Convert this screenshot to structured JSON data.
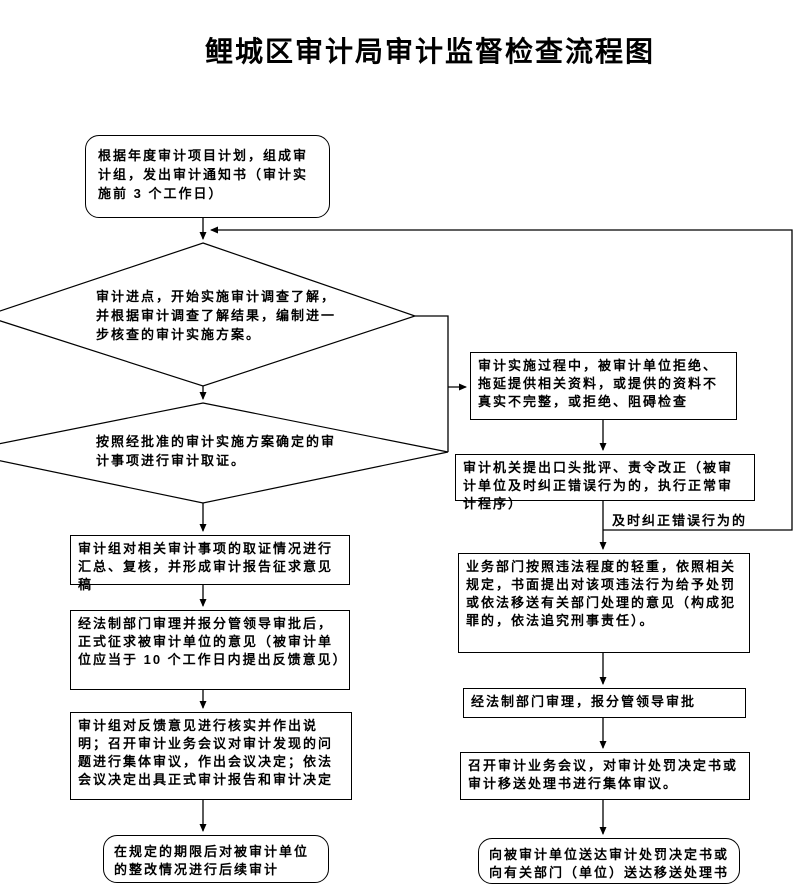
{
  "title": "鲤城区审计局审计监督检查流程图",
  "nodes": {
    "start": "根据年度审计项目计划，组成审计组，发出审计通知书（审计实施前 3 个工作日）",
    "diamond1": "审计进点，开始实施审计调查了解，并根据审计调查了解结果，编制进一步核查的审计实施方案。",
    "diamond2": "按照经批准的审计实施方案确定的审计事项进行审计取证。",
    "left1": "审计组对相关审计事项的取证情况进行汇总、复核，并形成审计报告征求意见稿",
    "left2": "经法制部门审理并报分管领导审批后，正式征求被审计单位的意见（被审计单位应当于 10 个工作日内提出反馈意见）",
    "left3": "审计组对反馈意见进行核实并作出说明；召开审计业务会议对审计发现的问题进行集体审议，作出会议决定；依法会议决定出具正式审计报告和审计决定",
    "left_end": "在规定的期限后对被审计单位的整改情况进行后续审计",
    "right1": "审计实施过程中，被审计单位拒绝、拖延提供相关资料，或提供的资料不真实不完整，或拒绝、阻碍检查",
    "right2": "审计机关提出口头批评、责令改正（被审计单位及时纠正错误行为的，执行正常审计程序）",
    "branch_label": "及时纠正错误行为的",
    "right3": "业务部门按照违法程度的轻重，依照相关规定，书面提出对该项违法行为给予处罚或依法移送有关部门处理的意见（构成犯罪的，依法追究刑事责任）。",
    "right4": "经法制部门审理，报分管领导审批",
    "right5": "召开审计业务会议，对审计处罚决定书或审计移送处理书进行集体审议。",
    "right_end": "向被审计单位送达审计处罚决定书或向有关部门（单位）送达移送处理书"
  },
  "colors": {
    "line": "#000000",
    "background": "#ffffff",
    "text": "#000000"
  }
}
